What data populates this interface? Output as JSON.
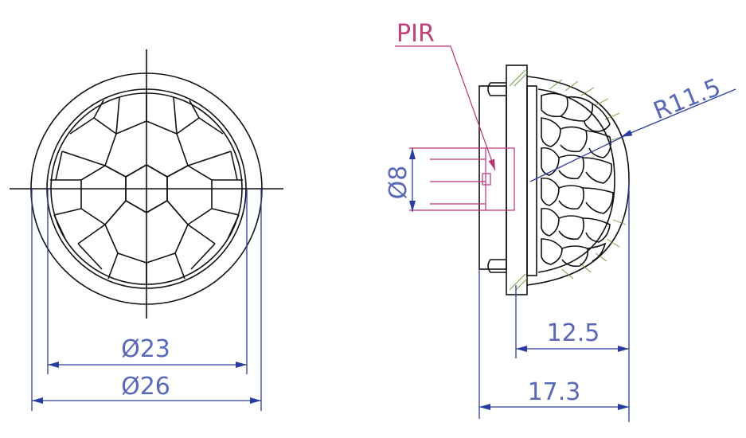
{
  "labels": {
    "dia_inner": "Ø23",
    "dia_outer": "Ø26",
    "pir": "PIR",
    "dia_sensor": "Ø8",
    "radius": "R11.5",
    "depth_dome": "12.5",
    "depth_total": "17.3"
  },
  "colors": {
    "line": "#111111",
    "dimension": "#2a3c9e",
    "dimension_text": "#5a68b8",
    "pir": "#b8337a",
    "hatch": "#6a9a3a"
  }
}
